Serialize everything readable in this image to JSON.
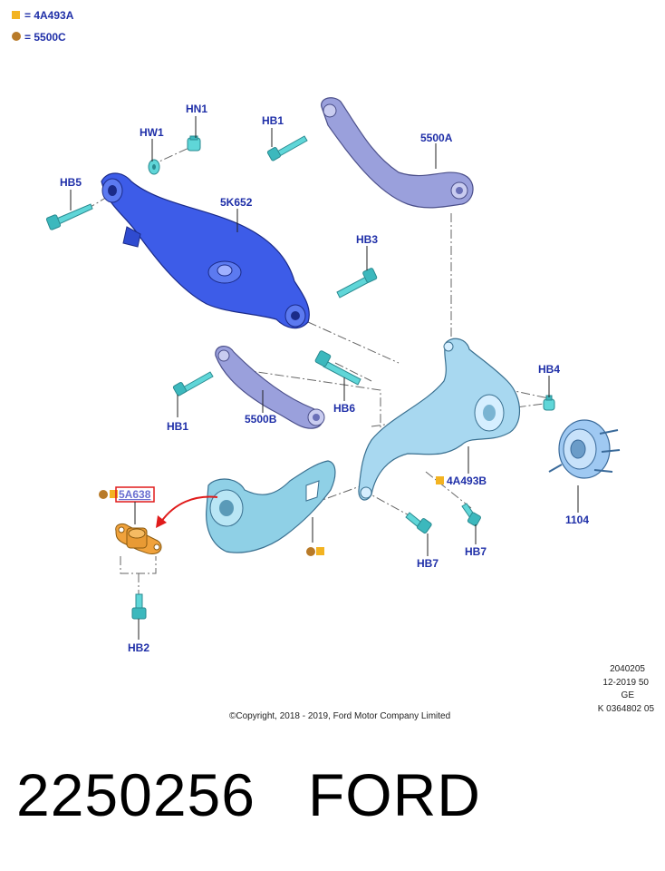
{
  "legend": [
    {
      "marker": "square",
      "color": "#f3b321",
      "text": "= 4A493A"
    },
    {
      "marker": "circle",
      "color": "#b87a28",
      "text": "= 5500C"
    }
  ],
  "labels": {
    "hn1": "HN1",
    "hw1": "HW1",
    "hb5": "HB5",
    "hb1_top": "HB1",
    "c5500a": "5500A",
    "c5k652": "5K652",
    "hb3": "HB3",
    "hb1_mid": "HB1",
    "c5500b": "5500B",
    "hb6": "HB6",
    "hb4": "HB4",
    "c4a493b": "4A493B",
    "c1104": "1104",
    "c5a638": "5A638",
    "hb7_a": "HB7",
    "hb7_b": "HB7",
    "hb2": "HB2"
  },
  "info": {
    "line1": "2040205",
    "line2": "12-2019 50",
    "line3": "GE",
    "line4": "K 0364802 05"
  },
  "copyright": "©Copyright, 2018 - 2019, Ford Motor Company Limited",
  "caption": "2250256   FORD",
  "colors": {
    "label": "#1f2fa8",
    "lower_arm": "#3d5ce8",
    "upper_link": "#9aa0dc",
    "knuckle": "#a8d8f0",
    "trailing_arm": "#8fd0e6",
    "bolts": "#5fd6d8",
    "bushing": "#f0a23c",
    "highlight_box": "#e01b1b",
    "arrow": "#e01b1b"
  }
}
